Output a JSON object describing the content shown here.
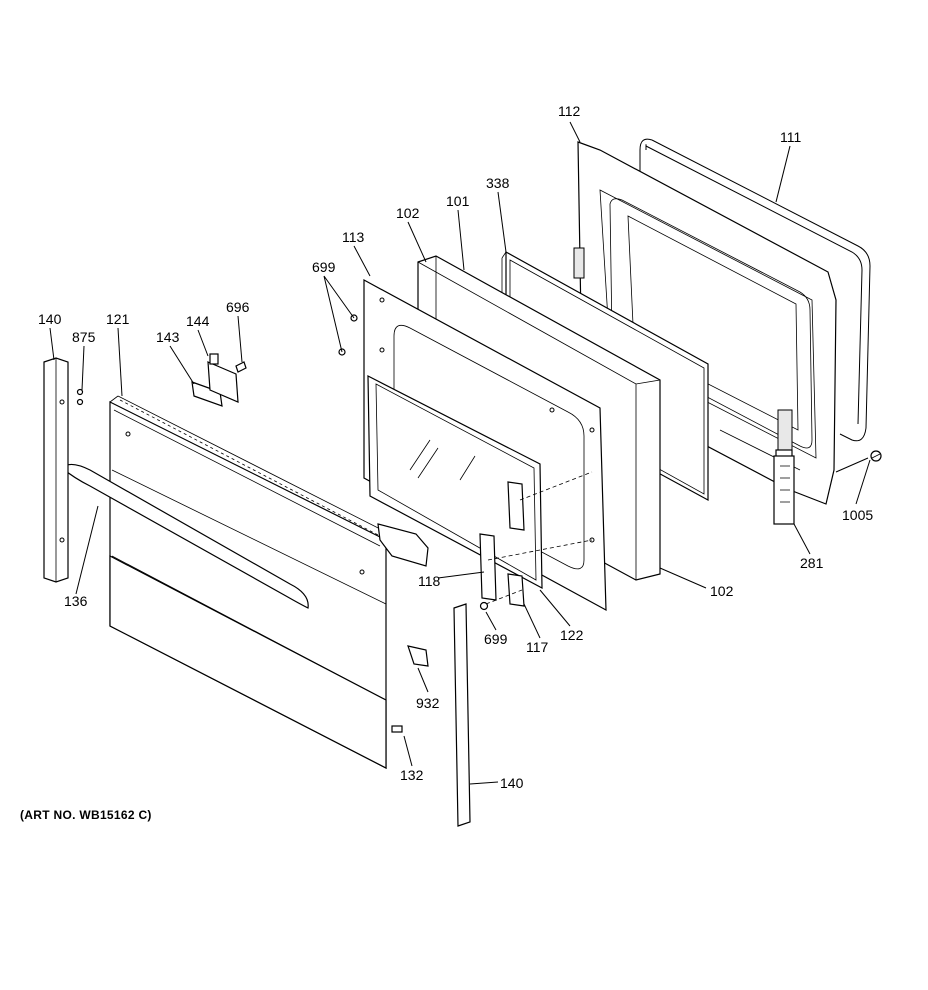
{
  "art_number": "(ART NO. WB15162 C)",
  "callouts": [
    {
      "id": "c111",
      "text": "111"
    },
    {
      "id": "c112",
      "text": "112"
    },
    {
      "id": "c338",
      "text": "338"
    },
    {
      "id": "c101",
      "text": "101"
    },
    {
      "id": "c102a",
      "text": "102"
    },
    {
      "id": "c113",
      "text": "113"
    },
    {
      "id": "c699a",
      "text": "699"
    },
    {
      "id": "c696",
      "text": "696"
    },
    {
      "id": "c140a",
      "text": "140"
    },
    {
      "id": "c875",
      "text": "875"
    },
    {
      "id": "c121",
      "text": "121"
    },
    {
      "id": "c144",
      "text": "144"
    },
    {
      "id": "c143",
      "text": "143"
    },
    {
      "id": "c1005",
      "text": "1005"
    },
    {
      "id": "c281",
      "text": "281"
    },
    {
      "id": "c102b",
      "text": "102"
    },
    {
      "id": "c118",
      "text": "118"
    },
    {
      "id": "c136",
      "text": "136"
    },
    {
      "id": "c699b",
      "text": "699"
    },
    {
      "id": "c117",
      "text": "117"
    },
    {
      "id": "c122",
      "text": "122"
    },
    {
      "id": "c932",
      "text": "932"
    },
    {
      "id": "c132",
      "text": "132"
    },
    {
      "id": "c140b",
      "text": "140"
    }
  ]
}
